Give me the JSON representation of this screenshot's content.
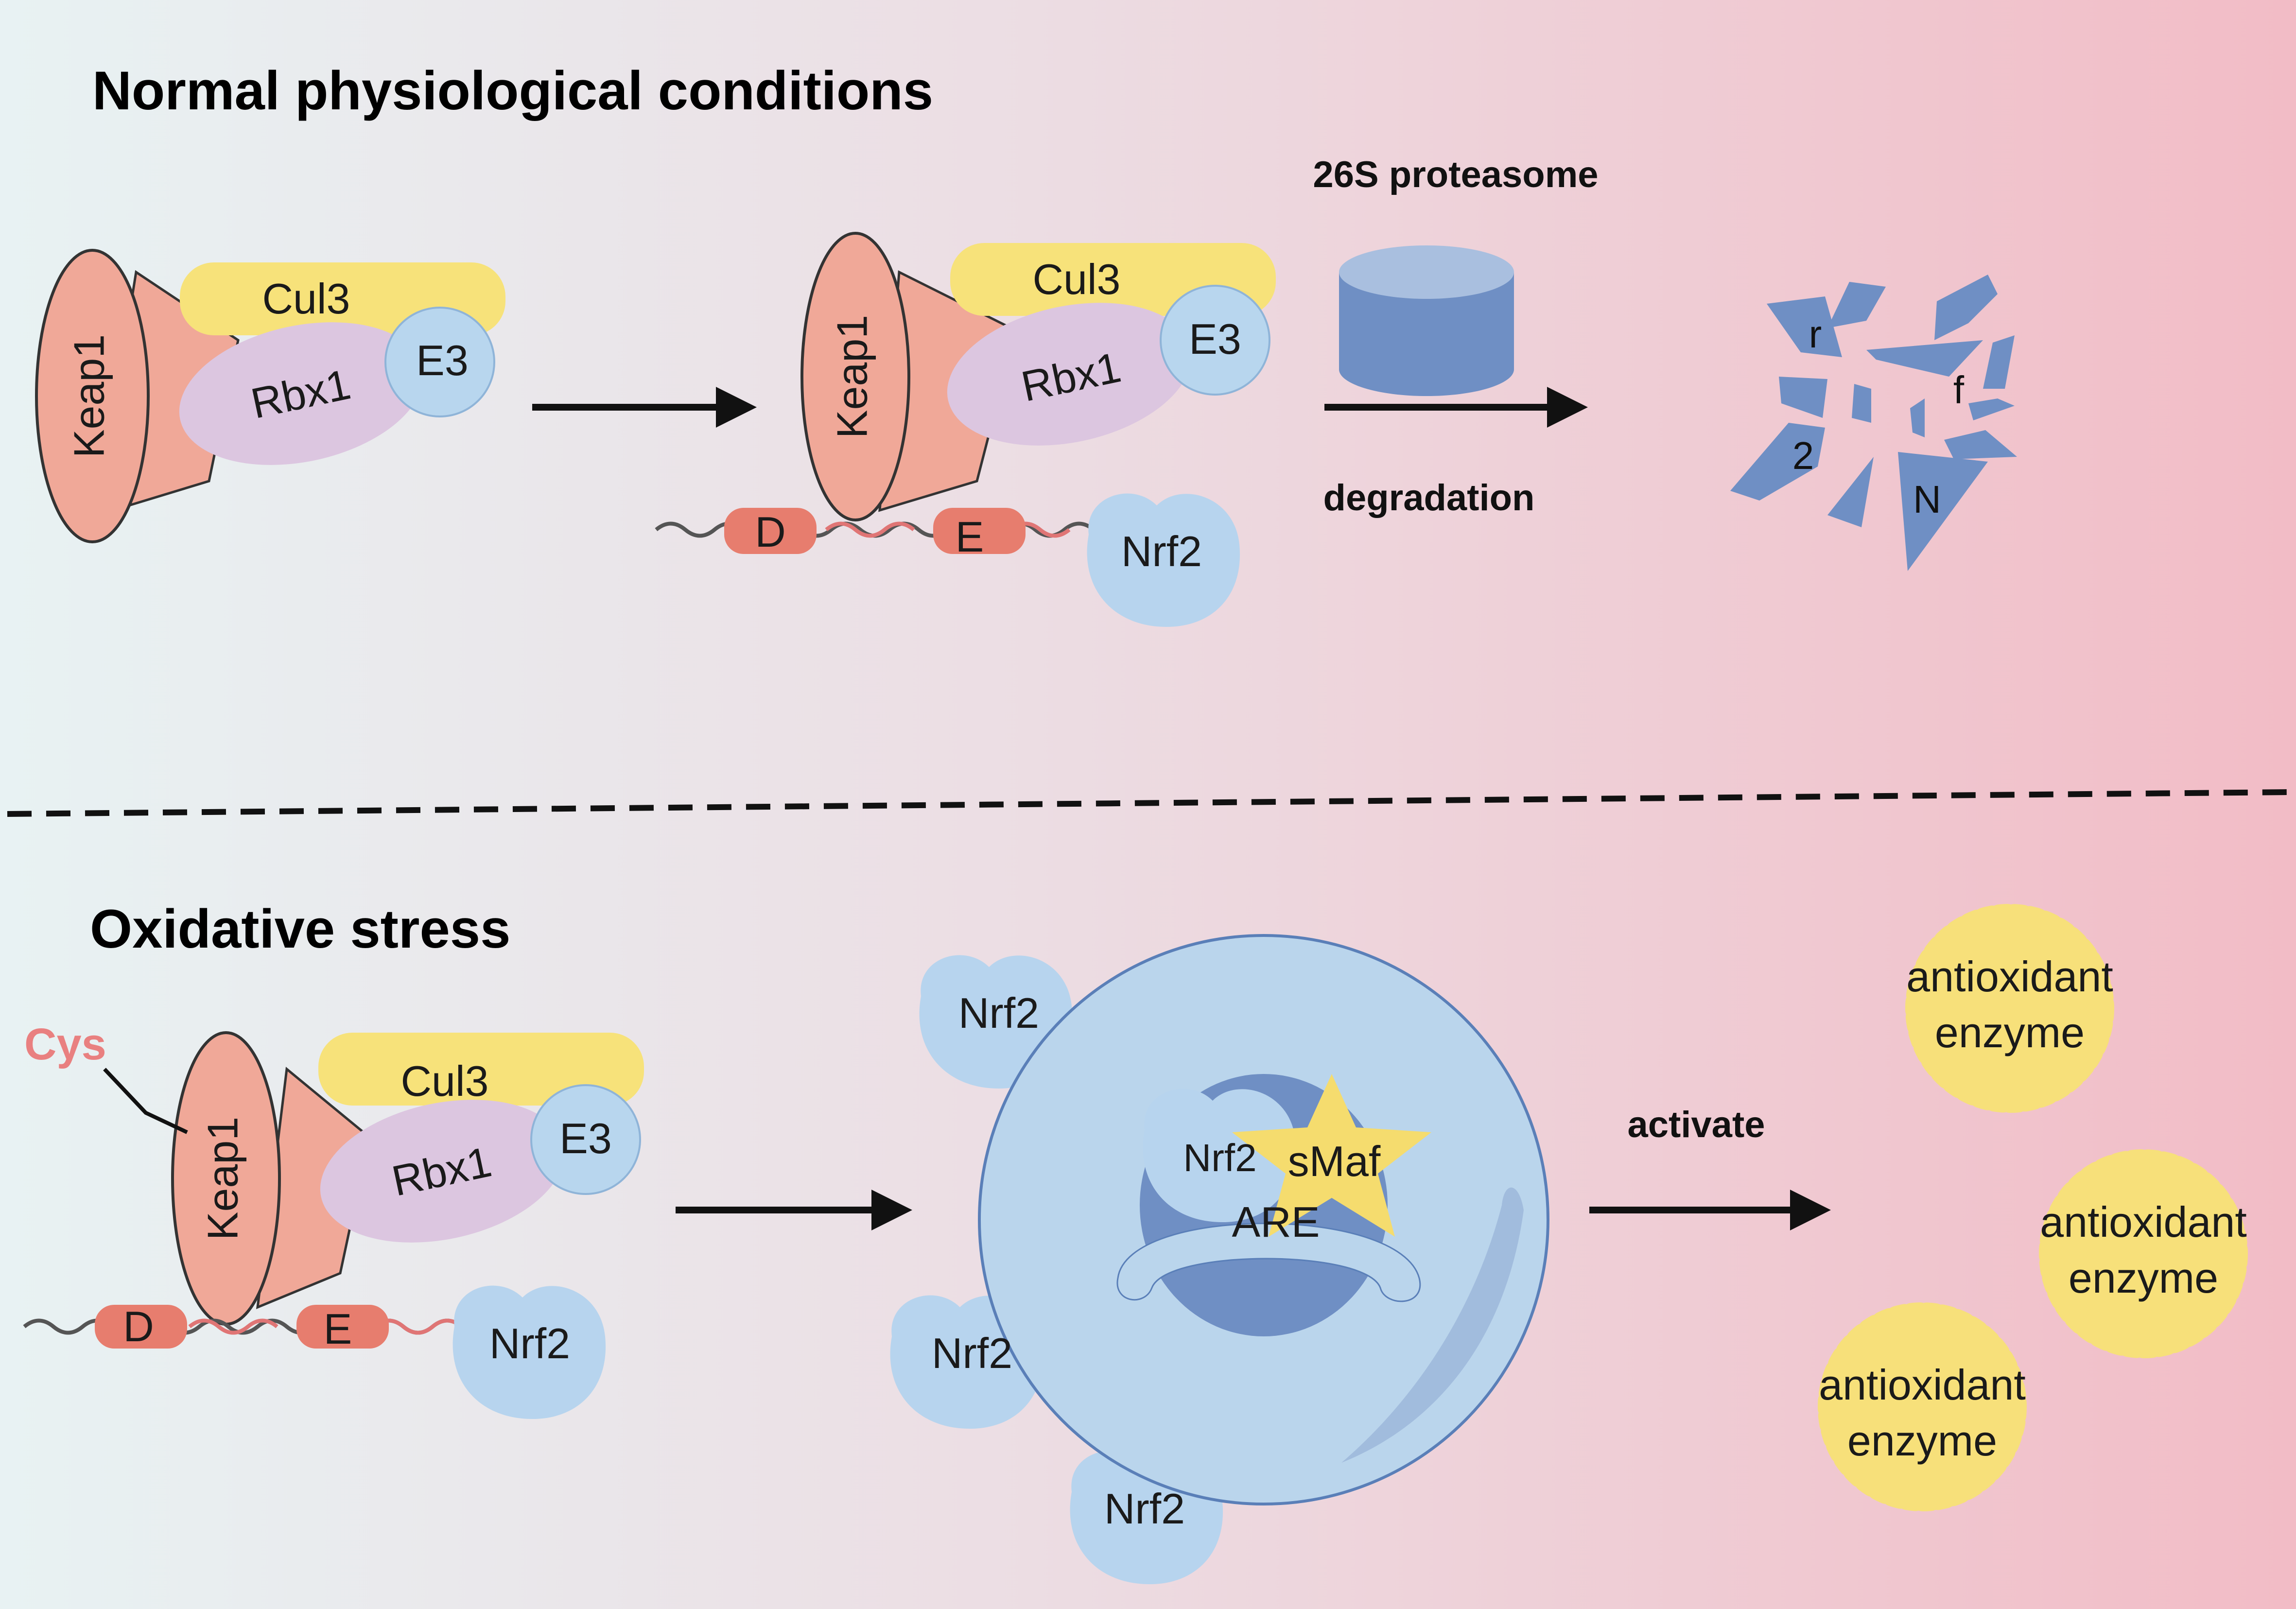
{
  "panels": {
    "normal": {
      "title": "Normal physiological conditions"
    },
    "stress": {
      "title": "Oxidative stress"
    }
  },
  "labels": {
    "keap1": "Keap1",
    "cul3": "Cul3",
    "rbx1": "Rbx1",
    "e3": "E3",
    "nrf2": "Nrf2",
    "d": "D",
    "e": "E",
    "proteasome": "26S proteasome",
    "degradation": "degradation",
    "cys": "Cys",
    "smaf": "sMaf",
    "are": "ARE",
    "activate": "activate",
    "enzyme_line1": "antioxidant",
    "enzyme_line2": "enzyme",
    "fragments": [
      "r",
      "f",
      "2",
      "N"
    ]
  },
  "colors": {
    "keap1": "#f0a898",
    "cul3": "#f7e27a",
    "rbx1": "#dcc6e0",
    "e3": "#b8d6ee",
    "nrf2": "#b7d4ee",
    "proteasome_top": "#a9bfdf",
    "proteasome_body": "#6f8fc4",
    "fragments": "#6f8fc4",
    "nucleus": "#bad5ec",
    "smaf": "#f5dc6e",
    "enzyme": "#f7e07a",
    "cys": "#e98080",
    "background_left": "#e8f2f3",
    "background_right": "#f2bcc6"
  }
}
